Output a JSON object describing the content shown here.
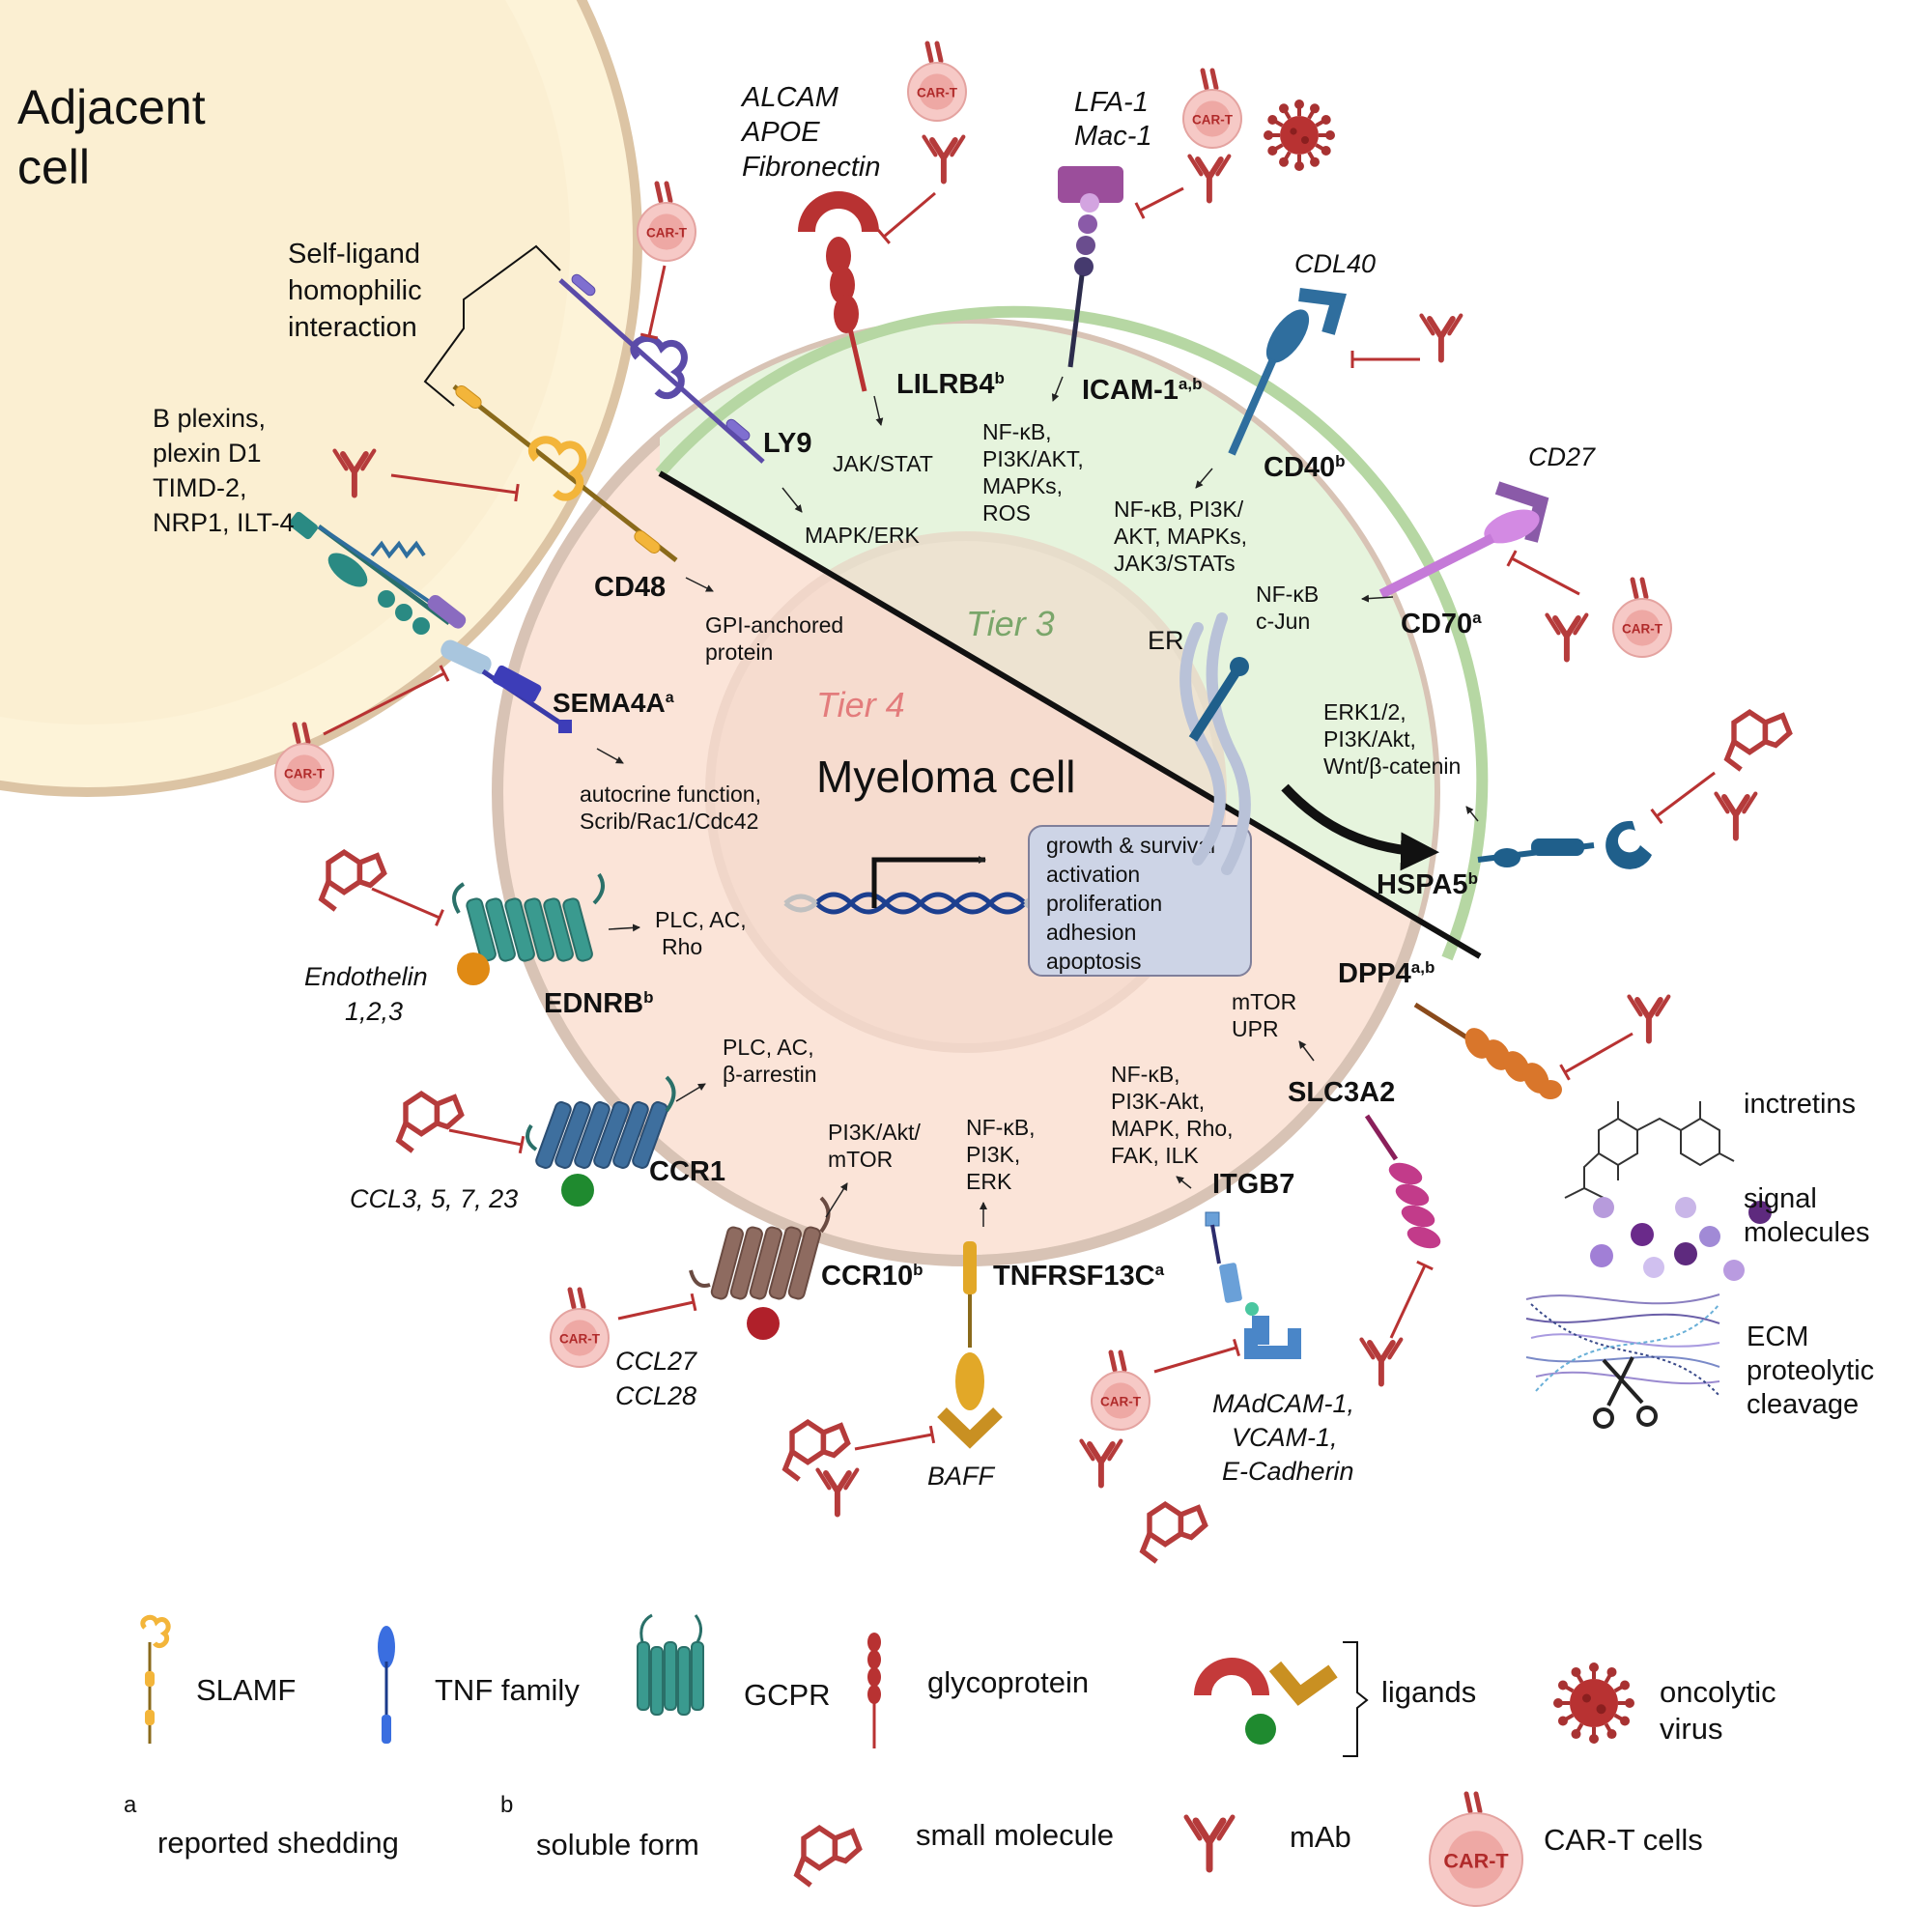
{
  "adjacent_cell": {
    "line1": "Adjacent",
    "line2": "cell"
  },
  "myeloma_cell": "Myeloma cell",
  "tiers": {
    "tier3": "Tier 3",
    "tier4": "Tier 4"
  },
  "er_label": "ER",
  "nucleus_box": [
    "growth & survival",
    "activation",
    "proliferation",
    "adhesion",
    "apoptosis"
  ],
  "self_ligand": [
    "Self-ligand",
    "homophilic",
    "interaction"
  ],
  "receptors": {
    "ly9": "LY9",
    "lilrb4": "LILRB4",
    "lilrb4_sup": "b",
    "icam1": "ICAM-1",
    "icam1_sup": "a,b",
    "cd40": "CD40",
    "cd40_sup": "b",
    "cd70": "CD70",
    "cd70_sup": "a",
    "hspa5": "HSPA5",
    "hspa5_sup": "b",
    "dpp4": "DPP4",
    "dpp4_sup": "a,b",
    "slc3a2": "SLC3A2",
    "itgb7": "ITGB7",
    "tnfrsf13c": "TNFRSF13C",
    "tnfrsf13c_sup": "a",
    "ccr10": "CCR10",
    "ccr10_sup": "b",
    "ccr1": "CCR1",
    "ednrb": "EDNRB",
    "ednrb_sup": "b",
    "sema4a": "SEMA4A",
    "sema4a_sup": "a",
    "cd48": "CD48"
  },
  "ligands": {
    "lilrb4": [
      "ALCAM",
      "APOE",
      "Fibronectin"
    ],
    "icam1": [
      "LFA-1",
      "Mac-1"
    ],
    "cd40": "CDL40",
    "cd70": "CD27",
    "sema4a": [
      "B plexins,",
      "plexin D1",
      "TIMD-2,",
      "NRP1, ILT-4"
    ],
    "ednrb": [
      "Endothelin",
      "1,2,3"
    ],
    "ccr1": "CCL3, 5, 7, 23",
    "ccr10": [
      "CCL27",
      "CCL28"
    ],
    "tnfrsf13c": "BAFF",
    "itgb7": [
      "MAdCAM-1,",
      "VCAM-1,",
      "E-Cadherin"
    ]
  },
  "pathways": {
    "ly9": "MAPK/ERK",
    "lilrb4": "JAK/STAT",
    "icam1": [
      "NF-κB,",
      "PI3K/AKT,",
      "MAPKs,",
      "ROS"
    ],
    "cd40": [
      "NF-κB, PI3K/",
      "AKT, MAPKs,",
      "JAK3/STATs"
    ],
    "cd70": [
      "NF-κB",
      "c-Jun"
    ],
    "hspa5": [
      "ERK1/2,",
      "PI3K/Akt,",
      "Wnt/β-catenin"
    ],
    "cd48": [
      "GPI-anchored",
      "protein"
    ],
    "sema4a": [
      "autocrine function,",
      "Scrib/Rac1/Cdc42"
    ],
    "ednrb": [
      "PLC, AC,",
      "Rho"
    ],
    "ccr1": [
      "PLC, AC,",
      "β-arrestin"
    ],
    "ccr10": [
      "PI3K/Akt/",
      "mTOR"
    ],
    "tnfrsf13c": [
      "NF-κB,",
      "PI3K,",
      "ERK"
    ],
    "itgb7": [
      "NF-κB,",
      "PI3K-Akt,",
      "MAPK, Rho,",
      "FAK, ILK"
    ],
    "slc3a2": [
      "mTOR",
      "UPR"
    ]
  },
  "right_panel": {
    "incretins": "inctretins",
    "signal": [
      "signal",
      "molecules"
    ],
    "ecm": [
      "ECM",
      "proteolytic",
      "cleavage"
    ]
  },
  "car_t": "CAR-T",
  "legend": {
    "slamf": "SLAMF",
    "tnf": "TNF family",
    "gcpr": "GCPR",
    "glycoprotein": "glycoprotein",
    "ligands": "ligands",
    "oncolytic": [
      "oncolytic",
      "virus"
    ],
    "a_mark": "a",
    "a_text": "reported shedding",
    "b_mark": "b",
    "b_text": "soluble form",
    "small_molecule": "small molecule",
    "mab": "mAb",
    "car_t_cells": "CAR-T  cells",
    "car_t_badge": "CAR-T"
  },
  "colors": {
    "adjacent_fill": "#fdf3d8",
    "adjacent_stroke": "#dcc4a4",
    "cell_fill": "#fbe4d8",
    "cell_stroke": "#d8c3b5",
    "tier3_fill": "#e6f4dd",
    "tier3_stroke": "#b6d7a3",
    "inhibitor": "#b83232",
    "car_t_fill": "#f6c9c6",
    "mab": "#b53b3b",
    "tier3_text": "#7aa66a",
    "tier4_text": "#e37c7c",
    "nucleus_box_fill": "#cdd4e6",
    "nucleus_box_stroke": "#7f7f9a"
  }
}
